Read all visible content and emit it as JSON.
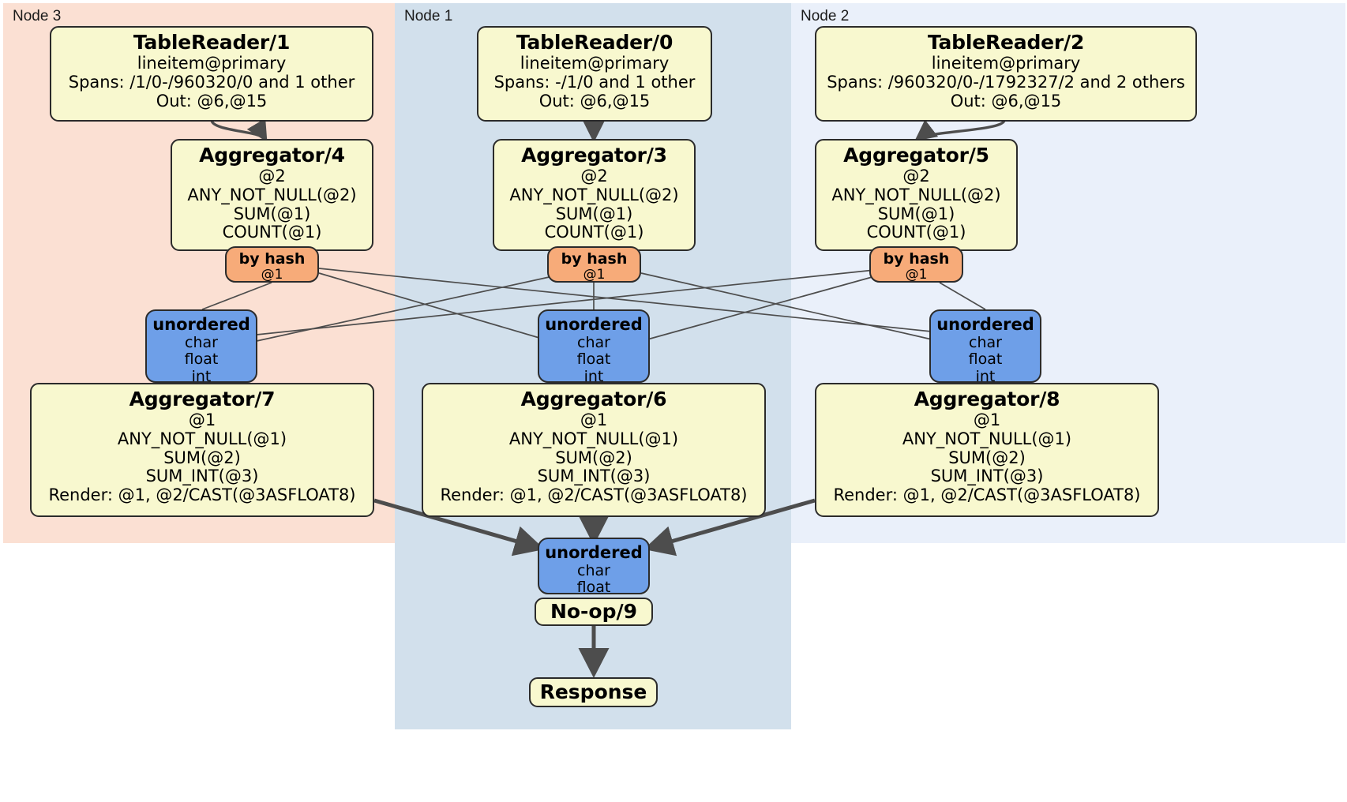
{
  "diagram": {
    "title": "Distributed query plan",
    "colors": {
      "node3_panel": "#fbe0d3",
      "node1_panel": "#d2e0ec",
      "node2_panel": "#eaf0fa",
      "processor_box": "#f8f8cf",
      "router_box": "#f7ab79",
      "synchronizer_box": "#6e9fe8",
      "edge": "#4d4d4d",
      "border": "#2b2b2b"
    }
  },
  "panels": {
    "node3": {
      "label": "Node 3"
    },
    "node1": {
      "label": "Node 1"
    },
    "node2": {
      "label": "Node 2"
    }
  },
  "processors": {
    "tablereader1": {
      "title": "TableReader/1",
      "line1": "lineitem@primary",
      "line2": "Spans: /1/0-/960320/0 and 1 other",
      "line3": "Out: @6,@15"
    },
    "tablereader0": {
      "title": "TableReader/0",
      "line1": "lineitem@primary",
      "line2": "Spans: -/1/0 and 1 other",
      "line3": "Out: @6,@15"
    },
    "tablereader2": {
      "title": "TableReader/2",
      "line1": "lineitem@primary",
      "line2": "Spans: /960320/0-/1792327/2 and 2 others",
      "line3": "Out: @6,@15"
    },
    "aggregator4": {
      "title": "Aggregator/4",
      "line1": "@2",
      "line2": "ANY_NOT_NULL(@2)",
      "line3": "SUM(@1)",
      "line4": "COUNT(@1)"
    },
    "aggregator3": {
      "title": "Aggregator/3",
      "line1": "@2",
      "line2": "ANY_NOT_NULL(@2)",
      "line3": "SUM(@1)",
      "line4": "COUNT(@1)"
    },
    "aggregator5": {
      "title": "Aggregator/5",
      "line1": "@2",
      "line2": "ANY_NOT_NULL(@2)",
      "line3": "SUM(@1)",
      "line4": "COUNT(@1)"
    },
    "aggregator7": {
      "title": "Aggregator/7",
      "line1": "@1",
      "line2": "ANY_NOT_NULL(@1)",
      "line3": "SUM(@2)",
      "line4": "SUM_INT(@3)",
      "line5": "Render: @1, @2/CAST(@3ASFLOAT8)"
    },
    "aggregator6": {
      "title": "Aggregator/6",
      "line1": "@1",
      "line2": "ANY_NOT_NULL(@1)",
      "line3": "SUM(@2)",
      "line4": "SUM_INT(@3)",
      "line5": "Render: @1, @2/CAST(@3ASFLOAT8)"
    },
    "aggregator8": {
      "title": "Aggregator/8",
      "line1": "@1",
      "line2": "ANY_NOT_NULL(@1)",
      "line3": "SUM(@2)",
      "line4": "SUM_INT(@3)",
      "line5": "Render: @1, @2/CAST(@3ASFLOAT8)"
    },
    "noop9": {
      "title": "No-op/9"
    },
    "response": {
      "title": "Response"
    }
  },
  "routers": {
    "byhash_node3": {
      "title": "by hash",
      "line1": "@1"
    },
    "byhash_node1": {
      "title": "by hash",
      "line1": "@1"
    },
    "byhash_node2": {
      "title": "by hash",
      "line1": "@1"
    }
  },
  "synchronizers": {
    "unordered_node3": {
      "title": "unordered",
      "line1": "char",
      "line2": "float",
      "line3": "int"
    },
    "unordered_node1": {
      "title": "unordered",
      "line1": "char",
      "line2": "float",
      "line3": "int"
    },
    "unordered_node2": {
      "title": "unordered",
      "line1": "char",
      "line2": "float",
      "line3": "int"
    },
    "unordered_final": {
      "title": "unordered",
      "line1": "char",
      "line2": "float"
    }
  }
}
